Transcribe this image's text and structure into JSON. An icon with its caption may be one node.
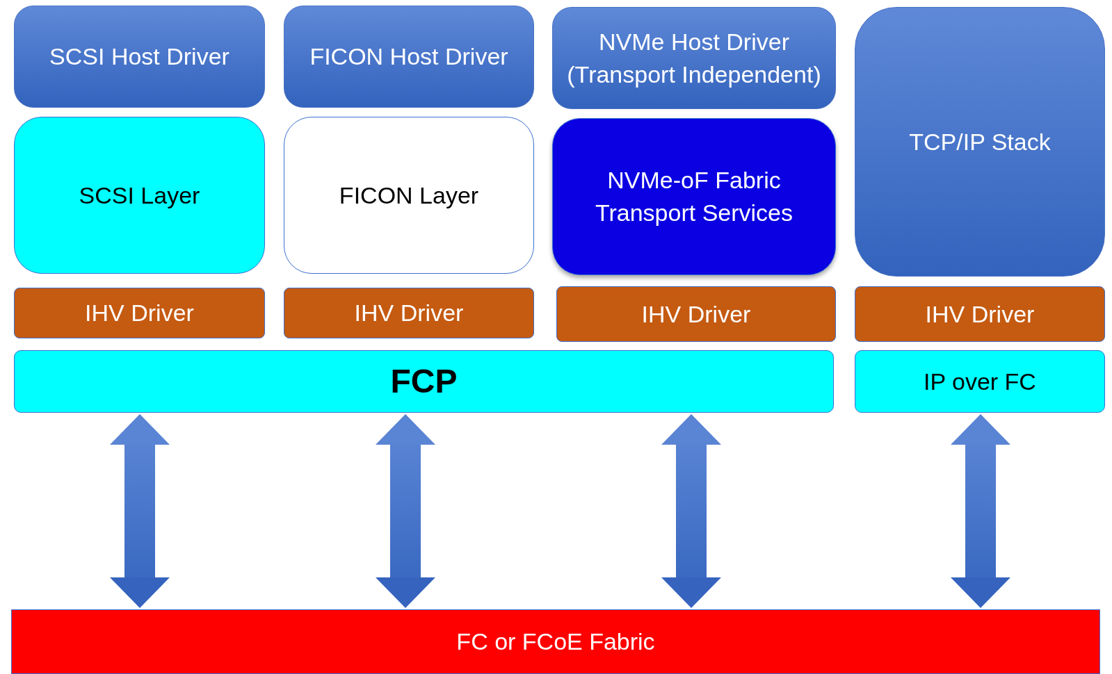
{
  "diagram": {
    "nodes": [
      {
        "text": [
          "SCSI Host Driver"
        ]
      },
      {
        "text": [
          "FICON Host Driver"
        ]
      },
      {
        "text": [
          "NVMe Host Driver (Transport Independent)"
        ]
      },
      {
        "text": [
          "TCP/IP Stack"
        ]
      },
      {
        "text": [
          "SCSI Layer"
        ]
      },
      {
        "text": [
          "FICON Layer"
        ]
      },
      {
        "text": [
          "NVMe-oF Fabric Transport Services"
        ]
      },
      {
        "text": [
          "IHV Driver"
        ]
      },
      {
        "text": [
          "IHV Driver"
        ]
      },
      {
        "text": [
          "IHV Driver"
        ]
      },
      {
        "text": [
          "IHV Driver"
        ]
      },
      {
        "text": [
          "FCP"
        ]
      },
      {
        "text": [
          "IP over FC"
        ]
      },
      {
        "text": [
          "FC or FCoE Fabric"
        ]
      }
    ],
    "edges": [
      {
        "from": 11,
        "to": 13,
        "arrow": "both"
      },
      {
        "from": 11,
        "to": 13,
        "arrow": "both"
      },
      {
        "from": 11,
        "to": 13,
        "arrow": "both"
      },
      {
        "from": 12,
        "to": 13,
        "arrow": "both"
      }
    ]
  }
}
